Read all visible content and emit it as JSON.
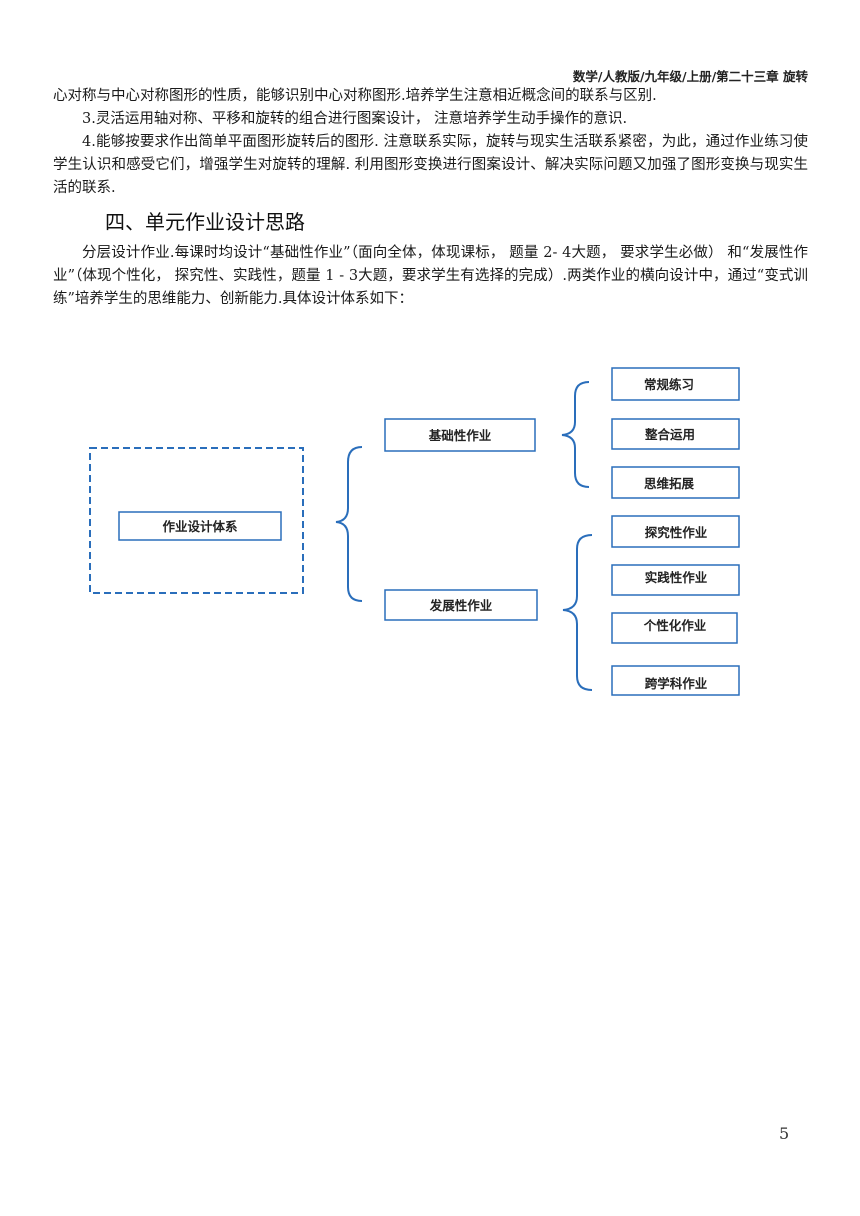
{
  "header": {
    "breadcrumb": "数学/人教版/九年级/上册/第二十三章 旋转"
  },
  "paragraphs_top": [
    "心对称与中心对称图形的性质，能够识别中心对称图形.培养学生注意相近概念间的联系与区别.",
    "3.灵活运用轴对称、平移和旋转的组合进行图案设计， 注意培养学生动手操作的意识.",
    "4.能够按要求作出简单平面图形旋转后的图形. 注意联系实际，旋转与现实生活联系紧密，为此，通过作业练习使学生认识和感受它们，增强学生对旋转的理解. 利用图形变换进行图案设计、解决实际问题又加强了图形变换与现实生活的联系."
  ],
  "section_heading": "四、单元作业设计思路",
  "section_paragraph": "分层设计作业.每课时均设计“基础性作业”（面向全体，体现课标， 题量 2- 4大题， 要求学生必做） 和“发展性作业”（体现个性化， 探究性、实践性，题量 1 - 3大题，要求学生有选择的完成）.两类作业的横向设计中，通过“变式训练”培养学生的思维能力、创新能力.具体设计体系如下：",
  "diagram": {
    "root": "作业设计体系",
    "basic": {
      "label": "基础性作业",
      "children": [
        "常规练习",
        "整合运用",
        "思维拓展"
      ]
    },
    "develop": {
      "label": "发展性作业",
      "children": [
        "探究性作业",
        "实践性作业",
        "个性化作业",
        "跨学科作业"
      ]
    },
    "colors": {
      "line": "#2a6ebb",
      "box": "#2a6ebb"
    }
  },
  "page_number": "5"
}
